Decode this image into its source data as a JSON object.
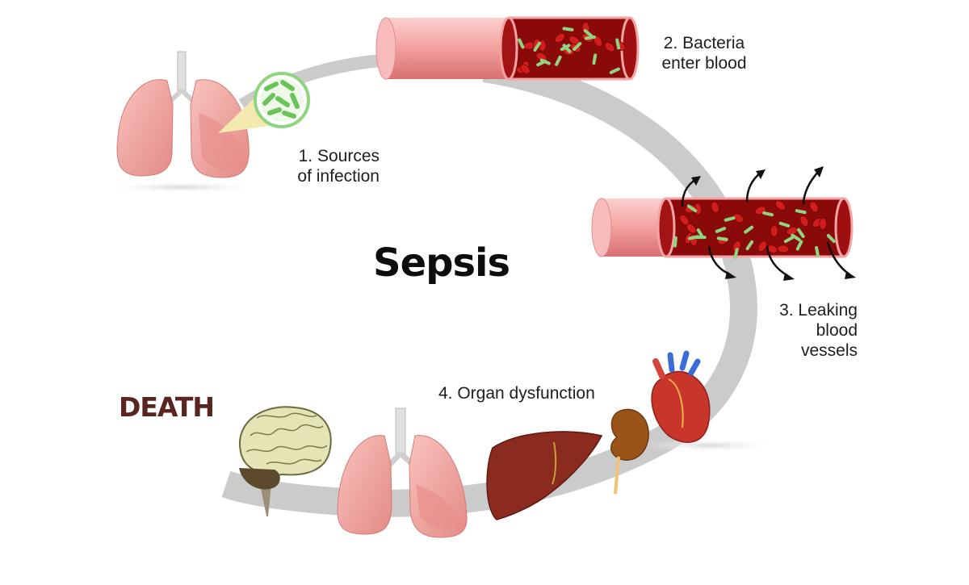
{
  "diagram": {
    "title": "Sepsis",
    "end_label": "DEATH",
    "steps": [
      {
        "lines": [
          "1. Sources",
          "of infection"
        ]
      },
      {
        "lines": [
          "2. Bacteria",
          "enter blood"
        ]
      },
      {
        "lines": [
          "3. Leaking",
          "blood",
          "vessels"
        ]
      },
      {
        "lines": [
          "4. Organ dysfunction"
        ]
      }
    ]
  },
  "colors": {
    "cycle_arrow": "#cbcbcb",
    "vessel_wall": "#f3a3a3",
    "blood": "#8a0a0a",
    "red_cell": "#d31d1d",
    "bacteria": "#8fd47f",
    "lung": "#f2a9a4",
    "liver": "#8b2a1e",
    "heart": "#c8352a",
    "kidney": "#9a5418",
    "brain": "#e4e4b6",
    "death_text": "#5a2420"
  }
}
